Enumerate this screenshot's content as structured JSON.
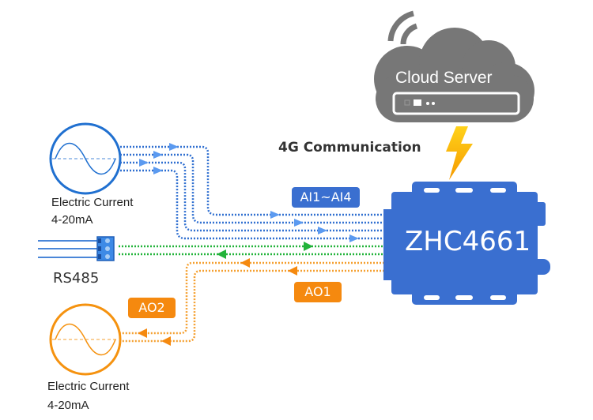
{
  "cloud": {
    "label": "Cloud Server",
    "icon": "cloud-server-icon",
    "color": "#777777"
  },
  "link": {
    "label": "4G Communication",
    "icon": "lightning-bolt-icon"
  },
  "device": {
    "name": "ZHC4661",
    "color": "#3a6fd0"
  },
  "inputs": {
    "source_label_line1": "Electric Current",
    "source_label_line2": "4-20mA",
    "badge": "AI1~AI4",
    "channel_count": 4,
    "color": "#2f6fd0",
    "arrow_color": "#5b9af0"
  },
  "rs485": {
    "label": "RS485",
    "color": "#22b33a"
  },
  "outputs": {
    "source_label_line1": "Electric Current",
    "source_label_line2": "4-20mA",
    "badge_ao1": "AO1",
    "badge_ao2": "AO2",
    "color": "#f5920f"
  }
}
